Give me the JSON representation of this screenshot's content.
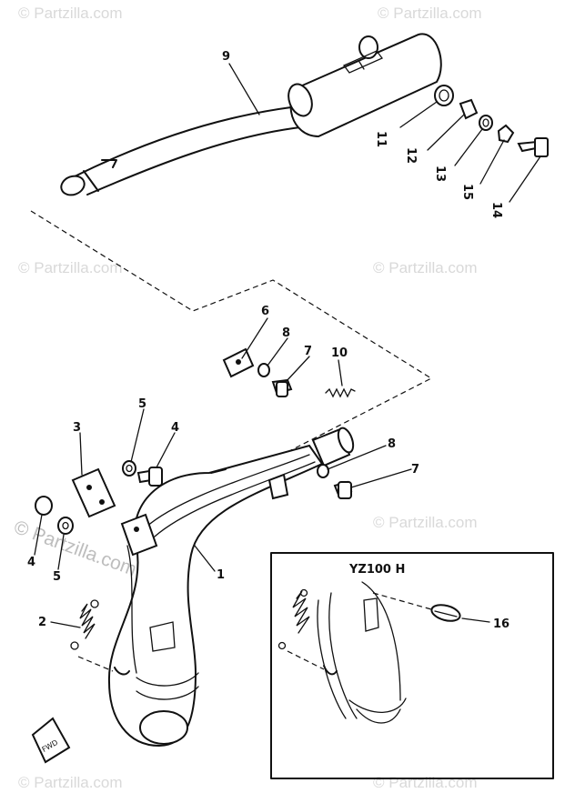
{
  "watermark": "© Partzilla.com",
  "inset_label": "YZ100 H",
  "fwd_label": "FWD",
  "parts": [
    {
      "num": "9"
    },
    {
      "num": "11"
    },
    {
      "num": "12"
    },
    {
      "num": "13"
    },
    {
      "num": "15"
    },
    {
      "num": "14"
    },
    {
      "num": "6"
    },
    {
      "num": "8"
    },
    {
      "num": "7"
    },
    {
      "num": "10"
    },
    {
      "num": "5"
    },
    {
      "num": "3"
    },
    {
      "num": "4"
    },
    {
      "num": "8"
    },
    {
      "num": "7"
    },
    {
      "num": "1"
    },
    {
      "num": "4"
    },
    {
      "num": "5"
    },
    {
      "num": "2"
    },
    {
      "num": "16"
    }
  ]
}
